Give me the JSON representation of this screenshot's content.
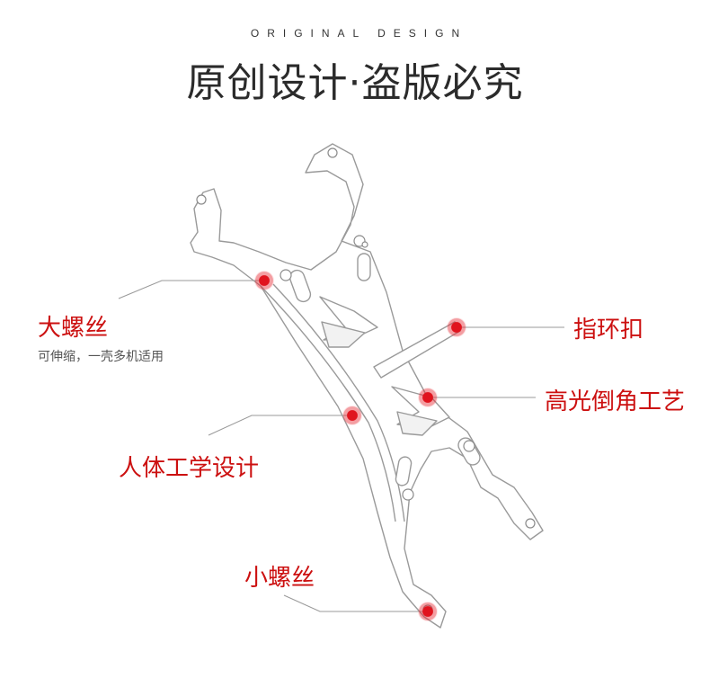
{
  "header": {
    "subtitle": "ORIGINAL DESIGN",
    "title": "原创设计·盗版必究"
  },
  "callouts": {
    "big_screw": {
      "label": "大螺丝",
      "sub": "可伸缩，一壳多机适用"
    },
    "ring_buckle": {
      "label": "指环扣"
    },
    "chamfer": {
      "label": "高光倒角工艺"
    },
    "ergonomic": {
      "label": "人体工学设计"
    },
    "small_screw": {
      "label": "小螺丝"
    }
  },
  "colors": {
    "accent": "#cc1010",
    "text": "#2b2b2b",
    "line": "#aaaaaa"
  }
}
